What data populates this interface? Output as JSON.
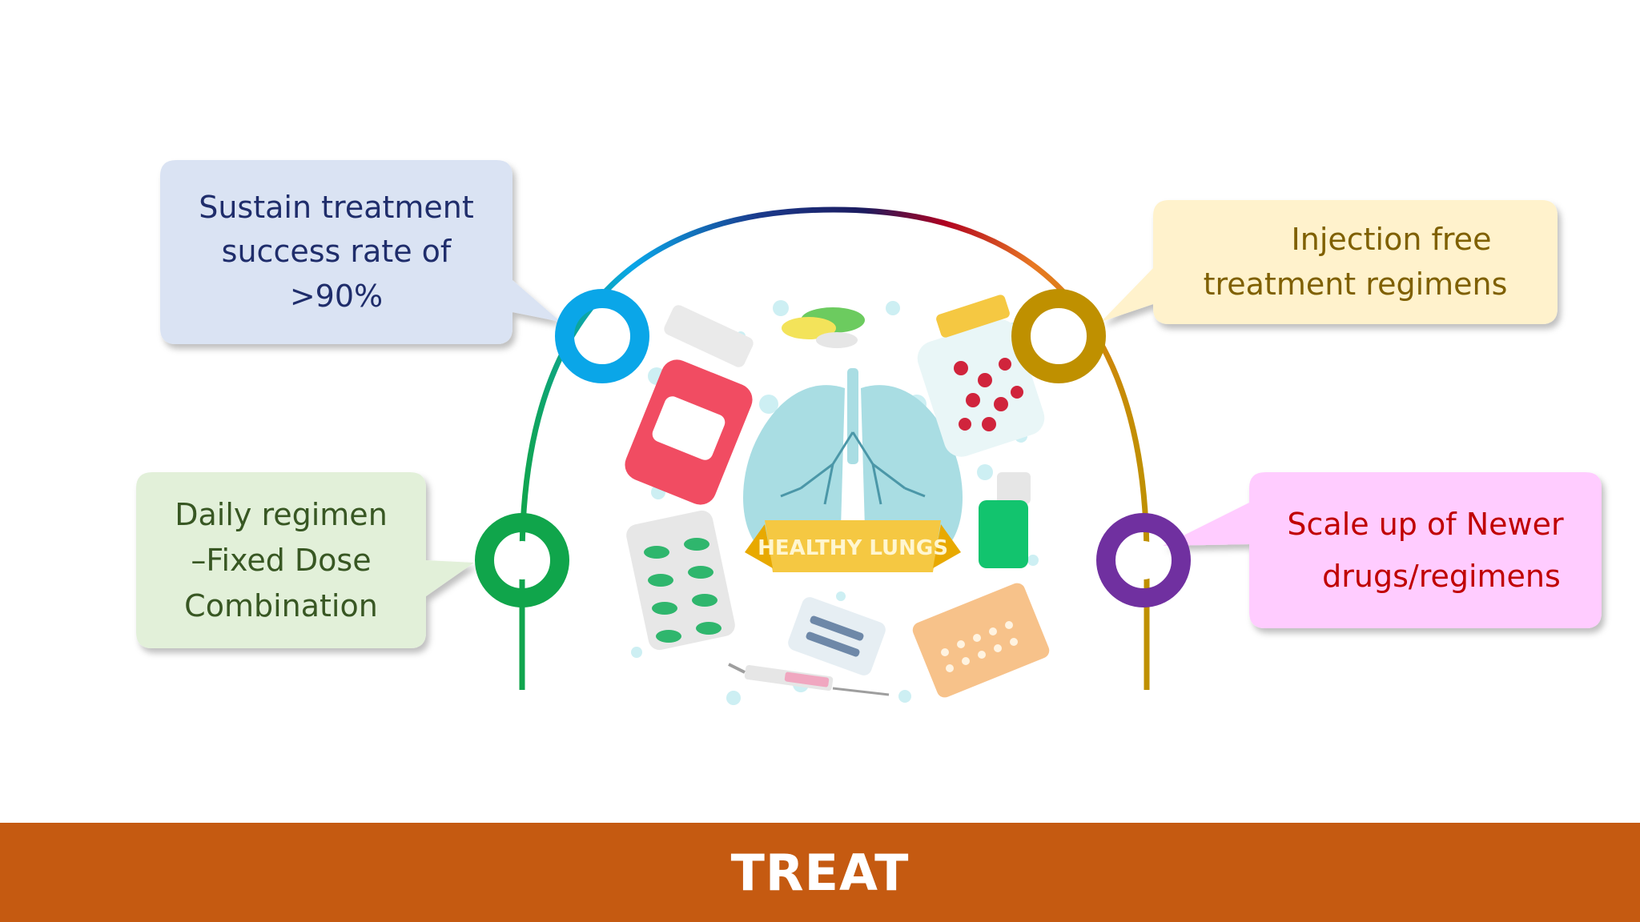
{
  "footer": {
    "title": "TREAT",
    "color": "#C55A11"
  },
  "callouts": [
    {
      "id": "top-left",
      "lines": [
        "Sustain treatment",
        "success rate of",
        ">90%"
      ],
      "fill": "#DAE3F3",
      "text_color": "#1F2D6B",
      "node_color": "#0AA6E8"
    },
    {
      "id": "top-right",
      "lines": [
        "Injection free",
        "treatment regimens"
      ],
      "fill": "#FFF2CC",
      "text_color": "#7F6000",
      "node_color": "#BF9000"
    },
    {
      "id": "bottom-left",
      "lines": [
        "Daily regimen",
        "–Fixed Dose",
        "Combination"
      ],
      "fill": "#E2F0D9",
      "text_color": "#385723",
      "node_color": "#10A54B"
    },
    {
      "id": "bottom-right",
      "lines": [
        "Scale up of Newer",
        "drugs/regimens"
      ],
      "fill": "#FFCCFF",
      "text_color": "#C00000",
      "node_color": "#7030A0"
    }
  ],
  "illustration": {
    "banner_text": "HEALTHY LUNGS",
    "lung_color": "#A9DDE3",
    "banner_color": "#F5C842"
  }
}
